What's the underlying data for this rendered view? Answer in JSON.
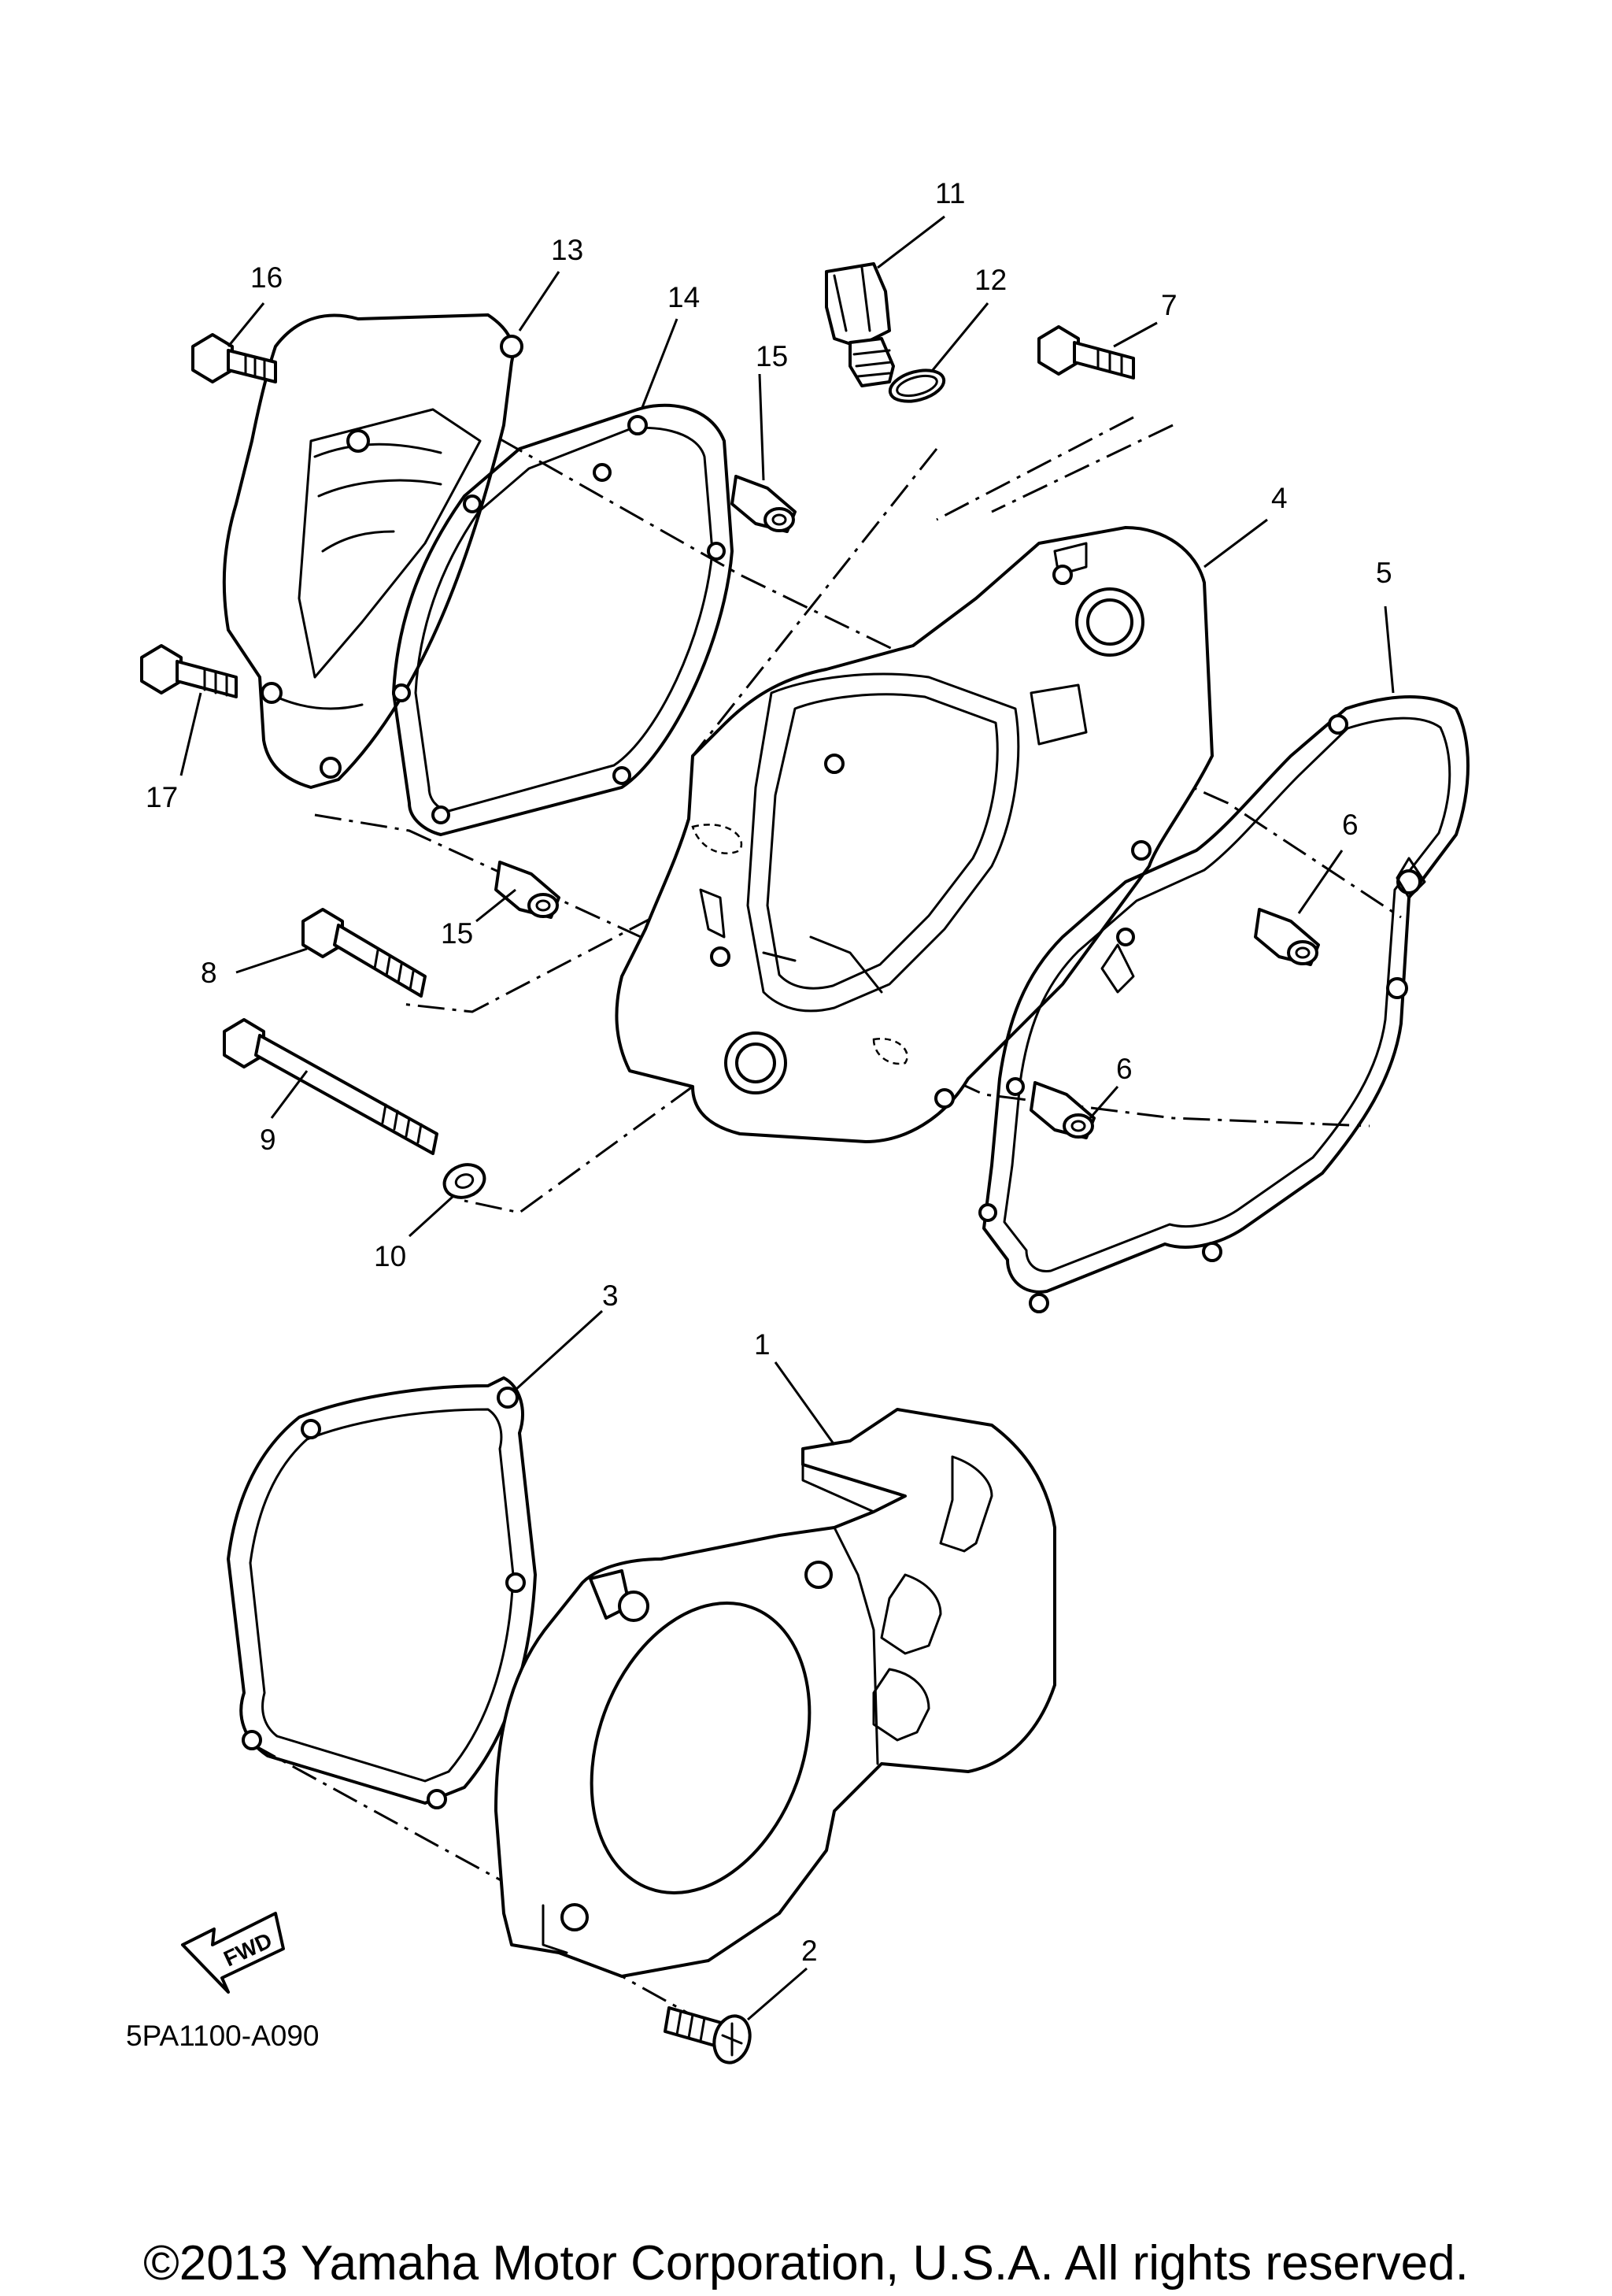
{
  "diagram_code": "5PA1100-A090",
  "copyright": "©2013 Yamaha Motor Corporation, U.S.A. All rights reserved.",
  "fwd_label": "FWD",
  "callouts": {
    "c1": "1",
    "c2": "2",
    "c3": "3",
    "c4": "4",
    "c5": "5",
    "c6a": "6",
    "c6b": "6",
    "c7": "7",
    "c8": "8",
    "c9": "9",
    "c10": "10",
    "c11": "11",
    "c12": "12",
    "c13": "13",
    "c14": "14",
    "c15a": "15",
    "c15b": "15",
    "c16": "16",
    "c17": "17"
  }
}
